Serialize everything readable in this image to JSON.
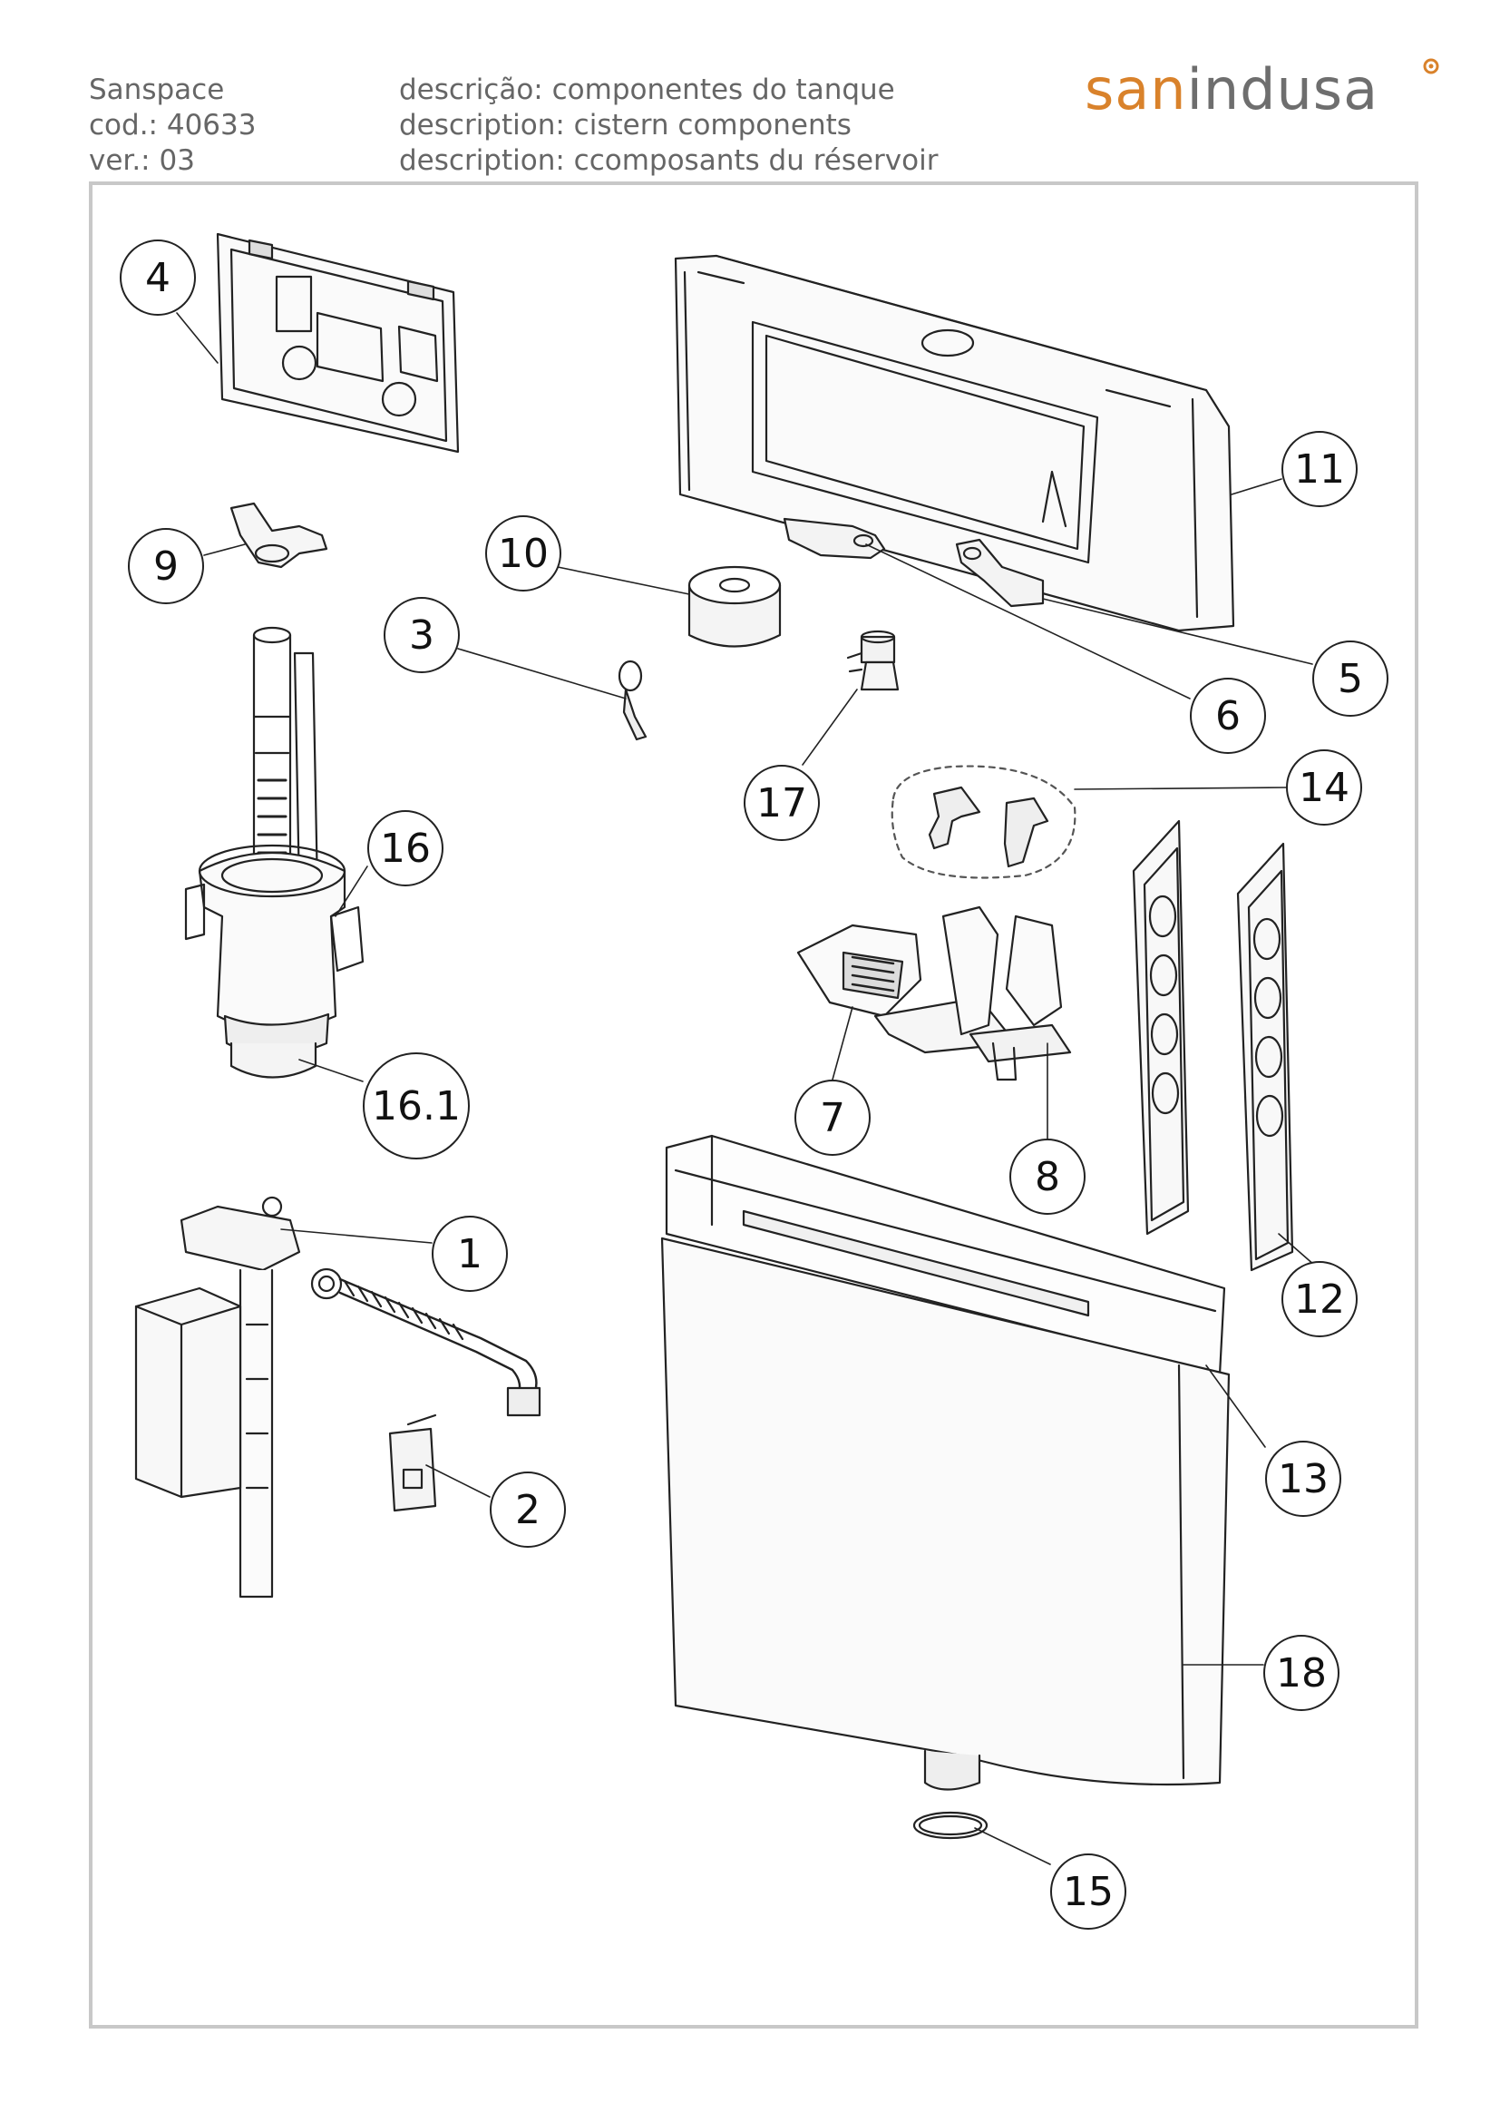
{
  "header": {
    "product": "Sanspace",
    "code": "cod.: 40633",
    "version": "ver.: 03",
    "desc_pt": "descrição: componentes do tanque",
    "desc_en": "description: cistern components",
    "desc_fr": "description: ccomposants du réservoir"
  },
  "brand": {
    "part1": "san",
    "part2": "indusa",
    "accent": "#d9822b",
    "grey": "#6e6e6e"
  },
  "callouts": [
    "4",
    "11",
    "9",
    "10",
    "3",
    "5",
    "6",
    "17",
    "14",
    "16",
    "16.1",
    "7",
    "8",
    "12",
    "1",
    "13",
    "2",
    "18",
    "15"
  ]
}
